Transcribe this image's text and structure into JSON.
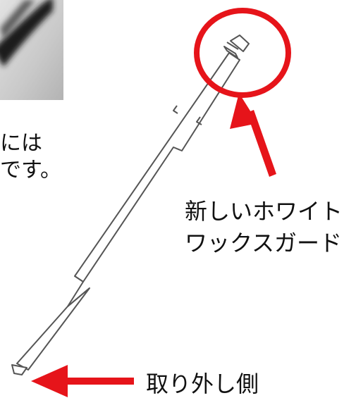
{
  "cropped_text": {
    "line1_fragment": "には",
    "line2_fragment": "です。"
  },
  "labels": {
    "tip_line1": "新しいホワイト",
    "tip_line2": "ワックスガード",
    "removal_side": "取り外し側"
  },
  "colors": {
    "highlight_red": "#e6141a",
    "outline": "#555555",
    "text": "#111111",
    "photo_bg": "#c8c8c8"
  }
}
